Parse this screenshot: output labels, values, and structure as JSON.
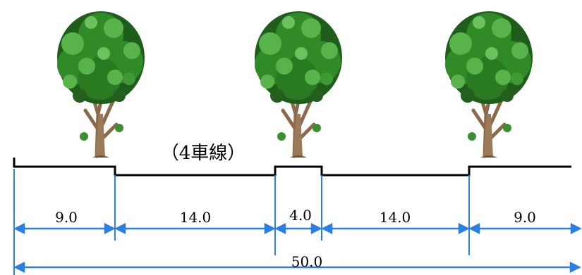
{
  "diagram": {
    "caption": "（4車線）",
    "segments": [
      {
        "label": "9.0",
        "role": "sidewalk-left"
      },
      {
        "label": "14.0",
        "role": "carriageway-left"
      },
      {
        "label": "4.0",
        "role": "median"
      },
      {
        "label": "14.0",
        "role": "carriageway-right"
      },
      {
        "label": "9.0",
        "role": "sidewalk-right"
      }
    ],
    "total_label": "50.0",
    "trees": [
      {
        "name": "left-sidewalk-tree"
      },
      {
        "name": "median-tree"
      },
      {
        "name": "right-sidewalk-tree"
      }
    ],
    "colors": {
      "dimension": "#2a7fe6",
      "road": "#000000",
      "foliage_dark": "#1f5e1a",
      "foliage_mid": "#2f8a27",
      "foliage_light": "#58b44a",
      "trunk": "#8a6a4a"
    }
  }
}
